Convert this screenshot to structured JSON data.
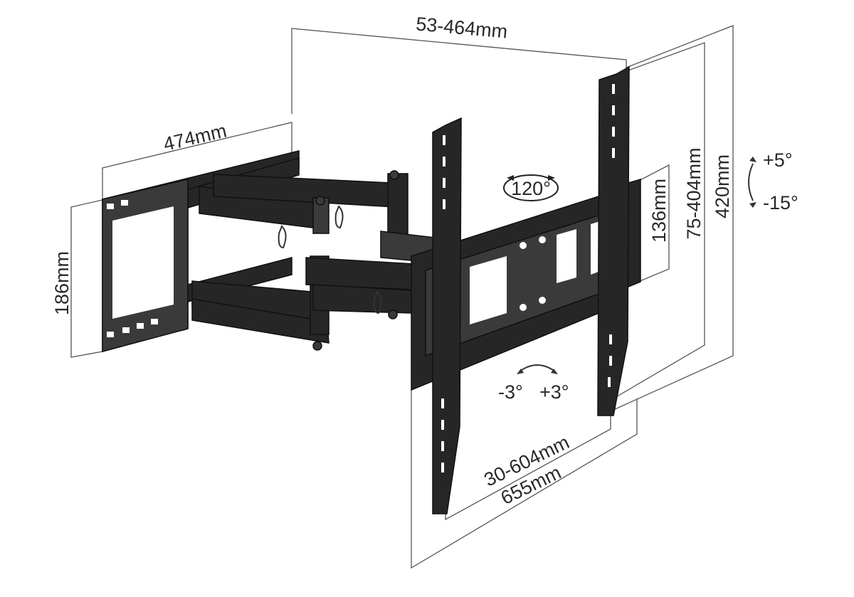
{
  "colors": {
    "metal": "#262626",
    "line": "#555555",
    "text": "#2a2a2a",
    "background": "#ffffff"
  },
  "dimensions": {
    "arm_extension": "53-464mm",
    "wall_plate_width": "474mm",
    "wall_plate_height": "186mm",
    "tv_plate_height": "136mm",
    "vesa_vertical": "75-404mm",
    "tv_bracket_height": "420mm",
    "vesa_horizontal": "30-604mm",
    "tv_bracket_width": "655mm"
  },
  "angles": {
    "swivel": "120°",
    "tilt_up": "+5°",
    "tilt_down": "-15°",
    "rotation_left": "-3°",
    "rotation_right": "+3°"
  },
  "icons": [
    "swivel-arrows-icon",
    "tilt-arc-icon",
    "rotation-arc-icon"
  ]
}
